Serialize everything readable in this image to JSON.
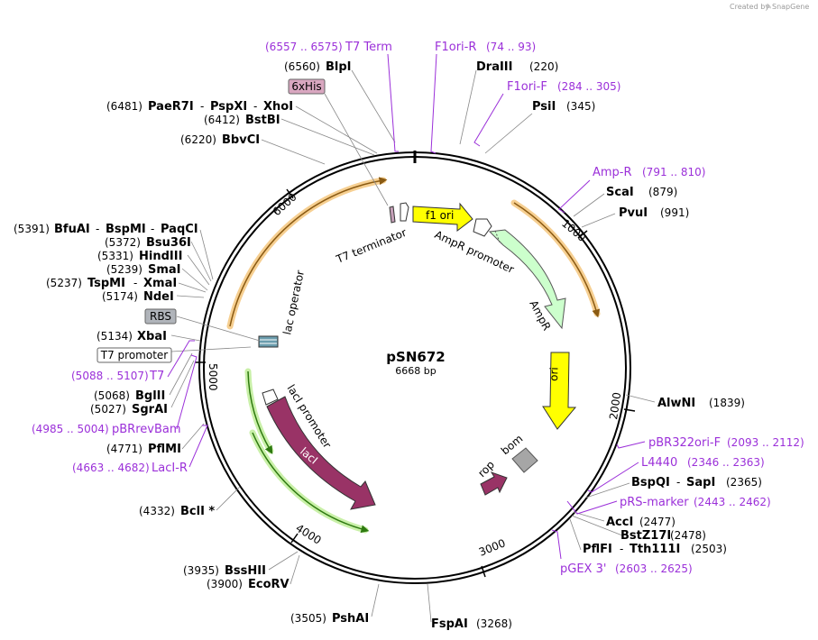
{
  "credit": {
    "created_by": "Created by",
    "brand": "SnapGene"
  },
  "plasmid": {
    "name": "pSN672",
    "size": "6668 bp"
  },
  "ticks": [
    "1000",
    "2000",
    "3000",
    "4000",
    "5000",
    "6000"
  ],
  "primers": {
    "t7term": {
      "range": "(6557 .. 6575)",
      "name": "T7 Term"
    },
    "f1ori_r": {
      "name": "F1ori-R",
      "range": "(74 .. 93)"
    },
    "f1ori_f": {
      "name": "F1ori-F",
      "range": "(284 .. 305)"
    },
    "amp_r": {
      "name": "Amp-R",
      "range": "(791 .. 810)"
    },
    "pbr322": {
      "name": "pBR322ori-F",
      "range": "(2093 .. 2112)"
    },
    "l4440": {
      "name": "L4440",
      "range": "(2346 .. 2363)"
    },
    "prs": {
      "name": "pRS-marker",
      "range": "(2443 .. 2462)"
    },
    "pgex": {
      "name": "pGEX 3'",
      "range": "(2603 .. 2625)"
    },
    "t7": {
      "range": "(5088 .. 5107)",
      "name": "T7"
    },
    "pbrrevbam": {
      "range": "(4985 .. 5004)",
      "name": "pBRrevBam"
    },
    "laci_r": {
      "range": "(4663 .. 4682)",
      "name": "LacI-R"
    }
  },
  "sites": {
    "blpi": {
      "pos": "(6560)",
      "name": "BlpI"
    },
    "dra3": {
      "name": "DraIII",
      "pos": "(220)"
    },
    "psi": {
      "name": "PsiI",
      "pos": "(345)"
    },
    "paer": {
      "pos": "(6481)",
      "name": "PaeR7I",
      "sep1": "-",
      "name2": "PspXI",
      "sep2": "-",
      "name3": "XhoI"
    },
    "bstbi": {
      "pos": "(6412)",
      "name": "BstBI"
    },
    "bbvci": {
      "pos": "(6220)",
      "name": "BbvCI"
    },
    "scai": {
      "name": "ScaI",
      "pos": "(879)"
    },
    "pvui": {
      "name": "PvuI",
      "pos": "(991)"
    },
    "bfuai": {
      "pos": "(5391)",
      "name": "BfuAI",
      "sep1": "-",
      "name2": "BspMI",
      "sep2": "-",
      "name3": "PaqCI"
    },
    "bsu36i": {
      "pos": "(5372)",
      "name": "Bsu36I"
    },
    "hind3": {
      "pos": "(5331)",
      "name": "HindIII"
    },
    "smai": {
      "pos": "(5239)",
      "name": "SmaI"
    },
    "tspmi": {
      "pos": "(5237)",
      "name": "TspMI",
      "sep": "-",
      "name2": "XmaI"
    },
    "ndei": {
      "pos": "(5174)",
      "name": "NdeI"
    },
    "xbai": {
      "pos": "(5134)",
      "name": "XbaI"
    },
    "bgl2": {
      "pos": "(5068)",
      "name": "BglII"
    },
    "sgrai": {
      "pos": "(5027)",
      "name": "SgrAI"
    },
    "pflmi": {
      "pos": "(4771)",
      "name": "PflMI"
    },
    "bcli": {
      "pos": "(4332)",
      "name": "BclI *"
    },
    "bsshii": {
      "pos": "(3935)",
      "name": "BssHII"
    },
    "ecorv": {
      "pos": "(3900)",
      "name": "EcoRV"
    },
    "psha": {
      "pos": "(3505)",
      "name": "PshAI"
    },
    "fspai": {
      "name": "FspAI",
      "pos": "(3268)"
    },
    "alwni": {
      "name": "AlwNI",
      "pos": "(1839)"
    },
    "bspqi": {
      "name": "BspQI",
      "sep": "-",
      "name2": "SapI",
      "pos": "(2365)"
    },
    "acci": {
      "name": "AccI",
      "pos": "(2477)"
    },
    "bstz": {
      "name": "BstZ17I",
      "pos": "(2478)"
    },
    "pflfi": {
      "name": "PflFI",
      "sep": "-",
      "name2": "Tth111I",
      "pos": "(2503)"
    }
  },
  "boxed": {
    "his": "6xHis",
    "rbs": "RBS",
    "t7prom": "T7 promoter"
  },
  "features": {
    "t7_terminator": "T7 terminator",
    "f1_ori": "f1 ori",
    "ampr_promoter": "AmpR promoter",
    "ampr": "AmpR",
    "ori": "ori",
    "bom": "bom",
    "rop": "rop",
    "lac_operator": "lac operator",
    "laci_promoter": "lacI promoter",
    "laci": "lacI"
  },
  "colors": {
    "primer": "#9b30d9",
    "f1ori": "#ffff00",
    "ampr": "#ccffcc",
    "laci": "#993366",
    "bom": "#a6a6a6",
    "orf_glow": "#f5c77e"
  }
}
